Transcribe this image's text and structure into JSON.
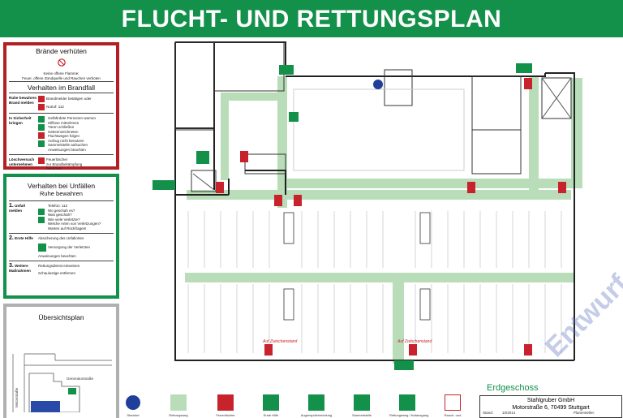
{
  "header": {
    "title": "FLUCHT- UND RETTUNGSPLAN"
  },
  "fire_panel": {
    "title": "Brände verhüten",
    "prevent_lines": [
      "Keine offene Flamme;",
      "Feuer, offene Zündquelle und Rauchen verboten"
    ],
    "section_title": "Verhalten im Brandfall",
    "rows": [
      {
        "label": "Ruhe bewahren Brand melden",
        "lines": [
          "Brandmelder betätigen oder",
          "Notruf: 112"
        ]
      },
      {
        "label": "In Sicherheit bringen",
        "lines": [
          "Gefährdete Personen warnen",
          "Hilflose mitnehmen",
          "Türen schließen",
          "Gekennzeichneten",
          "Fluchtwegen folgen",
          "Aufzug nicht benutzen",
          "Sammelstelle aufsuchen",
          "Anweisungen beachten"
        ]
      },
      {
        "label": "Löschversuch unternehmen",
        "lines": [
          "Feuerlöscher",
          "zur Brandbekämpfung",
          "benutzen"
        ]
      }
    ]
  },
  "accident_panel": {
    "title": "Verhalten bei Unfällen",
    "subtitle": "Ruhe bewahren",
    "rows": [
      {
        "num": "1.",
        "label": "Unfall melden",
        "lines": [
          "Telefon: 112",
          "Wo geschah es?",
          "Was geschah?",
          "Wie viele Verletzte?",
          "Welche Arten von Verletzungen?",
          "Warten auf Rückfragen!"
        ]
      },
      {
        "num": "2.",
        "label": "Erste Hilfe",
        "lines": [
          "Absicherung des Unfallortes",
          "Versorgung der Verletzten",
          "Anweisungen beachten"
        ]
      },
      {
        "num": "3.",
        "label": "Weitere Maßnahmen",
        "lines": [
          "Rettungsdienst einweisen",
          "Schaulustige entfernen"
        ]
      }
    ]
  },
  "overview_panel": {
    "title": "Übersichtsplan",
    "street_1": "Generatorstraße",
    "street_2": "Motorstraße"
  },
  "plan": {
    "annotations": [
      "Auf Zwischenstand",
      "Auf Zwischenstand"
    ]
  },
  "legend": [
    {
      "label": "Standort",
      "color": "#1f3f9a"
    },
    {
      "label": "Rettungsweg",
      "color": "#b9ddb9"
    },
    {
      "label": "Feuerlöscher",
      "color": "#c8232c"
    },
    {
      "label": "Erste Hilfe",
      "color": "#13904a"
    },
    {
      "label": "Augenspüleinrichtung",
      "color": "#13904a"
    },
    {
      "label": "Sammelstelle",
      "color": "#13904a"
    },
    {
      "label": "Rettungsweg / Notausgang",
      "color": "#13904a"
    },
    {
      "label": "Rauch- und",
      "color": "#c8232c"
    }
  ],
  "footer": {
    "floor": "Erdgeschoss",
    "company": "Stahlgruber GmbH",
    "address": "Motorstraße 6, 70499 Stuttgart",
    "stand_label": "Stand:",
    "stand_value": "10/2014",
    "planer_label": "Planersteller:"
  },
  "watermark": "Entwurf"
}
